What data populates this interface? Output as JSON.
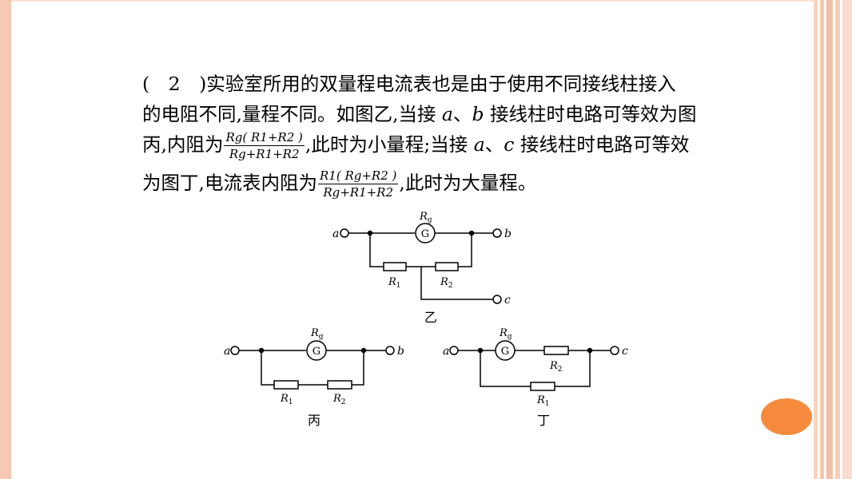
{
  "paragraph": {
    "line1_a": "(　2　)实验室所用的双量程电流表也是由于使用不同接线柱接入",
    "line2_a": "的电阻不同,量程不同。如图乙,当接 ",
    "line2_var_a": "a",
    "line2_b": "、",
    "line2_var_b": "b",
    "line2_c": " 接线柱时电路可等效为图",
    "line3_a": "丙,内阻为",
    "frac1_num": "Rg( R1+R2 )",
    "frac1_den": "Rg+R1+R2",
    "line3_b": ",此时为小量程;当接 ",
    "line3_var_a": "a",
    "line3_c": "、",
    "line3_var_c": "c",
    "line3_d": " 接线柱时电路可等效",
    "line4_a": "为图丁,电流表内阻为",
    "frac2_num": "R1( Rg+R2 )",
    "frac2_den": "Rg+R1+R2",
    "line4_b": ",此时为大量程。"
  },
  "figures": {
    "yi": {
      "caption": "乙",
      "terminal_a": "a",
      "terminal_b": "b",
      "terminal_c": "c",
      "galvanometer": "G",
      "rg": "R",
      "rg_sub": "g",
      "r1": "R",
      "r1_sub": "1",
      "r2": "R",
      "r2_sub": "2"
    },
    "bing": {
      "caption": "丙",
      "terminal_a": "a",
      "terminal_b": "b",
      "galvanometer": "G",
      "rg": "R",
      "rg_sub": "g",
      "r1": "R",
      "r1_sub": "1",
      "r2": "R",
      "r2_sub": "2"
    },
    "ding": {
      "caption": "丁",
      "terminal_a": "a",
      "terminal_c": "c",
      "galvanometer": "G",
      "rg": "R",
      "rg_sub": "g",
      "r1": "R",
      "r1_sub": "1",
      "r2": "R",
      "r2_sub": "2"
    }
  },
  "colors": {
    "accent_circle": "#f58a3d",
    "frame": "#f5c9b3"
  }
}
